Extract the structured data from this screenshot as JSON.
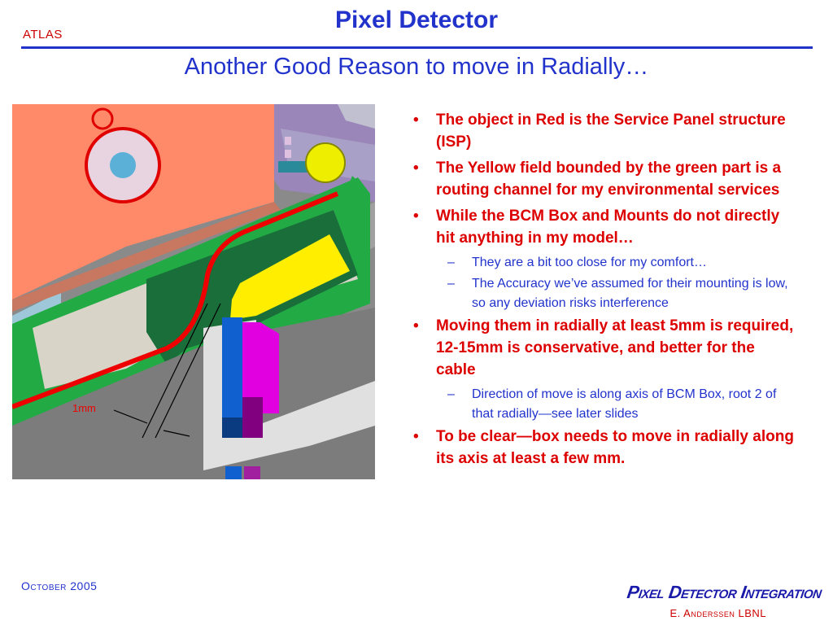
{
  "header": {
    "logo_text": "ATLAS",
    "title": "Pixel Detector",
    "subtitle": "Another Good Reason to move in Radially…"
  },
  "figure": {
    "dimension_label": "1mm",
    "colors": {
      "service_panel": "#ee0000",
      "routing_channel": "#ffee00",
      "green_part": "#22aa44",
      "salmon_structure": "#ff8a6a"
    }
  },
  "bullets": [
    {
      "text": "The object in Red is the Service Panel structure (ISP)",
      "subs": []
    },
    {
      "text": "The Yellow field bounded by the green part is a routing channel for my environmental services",
      "subs": []
    },
    {
      "text": "While the BCM Box and Mounts do not directly hit anything in my model…",
      "subs": [
        "They are a bit too close for my comfort…",
        "The Accuracy we’ve assumed for their mounting is low, so any deviation risks interference"
      ]
    },
    {
      "text": "Moving them in radially at least 5mm is required, 12-15mm is conservative, and better for the cable",
      "subs": [
        "Direction of move is along axis of BCM Box, root 2 of that radially—see later slides"
      ]
    },
    {
      "text": "To be clear—box needs to move in radially along its axis at least a few mm.",
      "subs": []
    }
  ],
  "footer": {
    "date": "October 2005",
    "title": "Pixel Detector Integration",
    "author": "E. Anderssen LBNL"
  }
}
